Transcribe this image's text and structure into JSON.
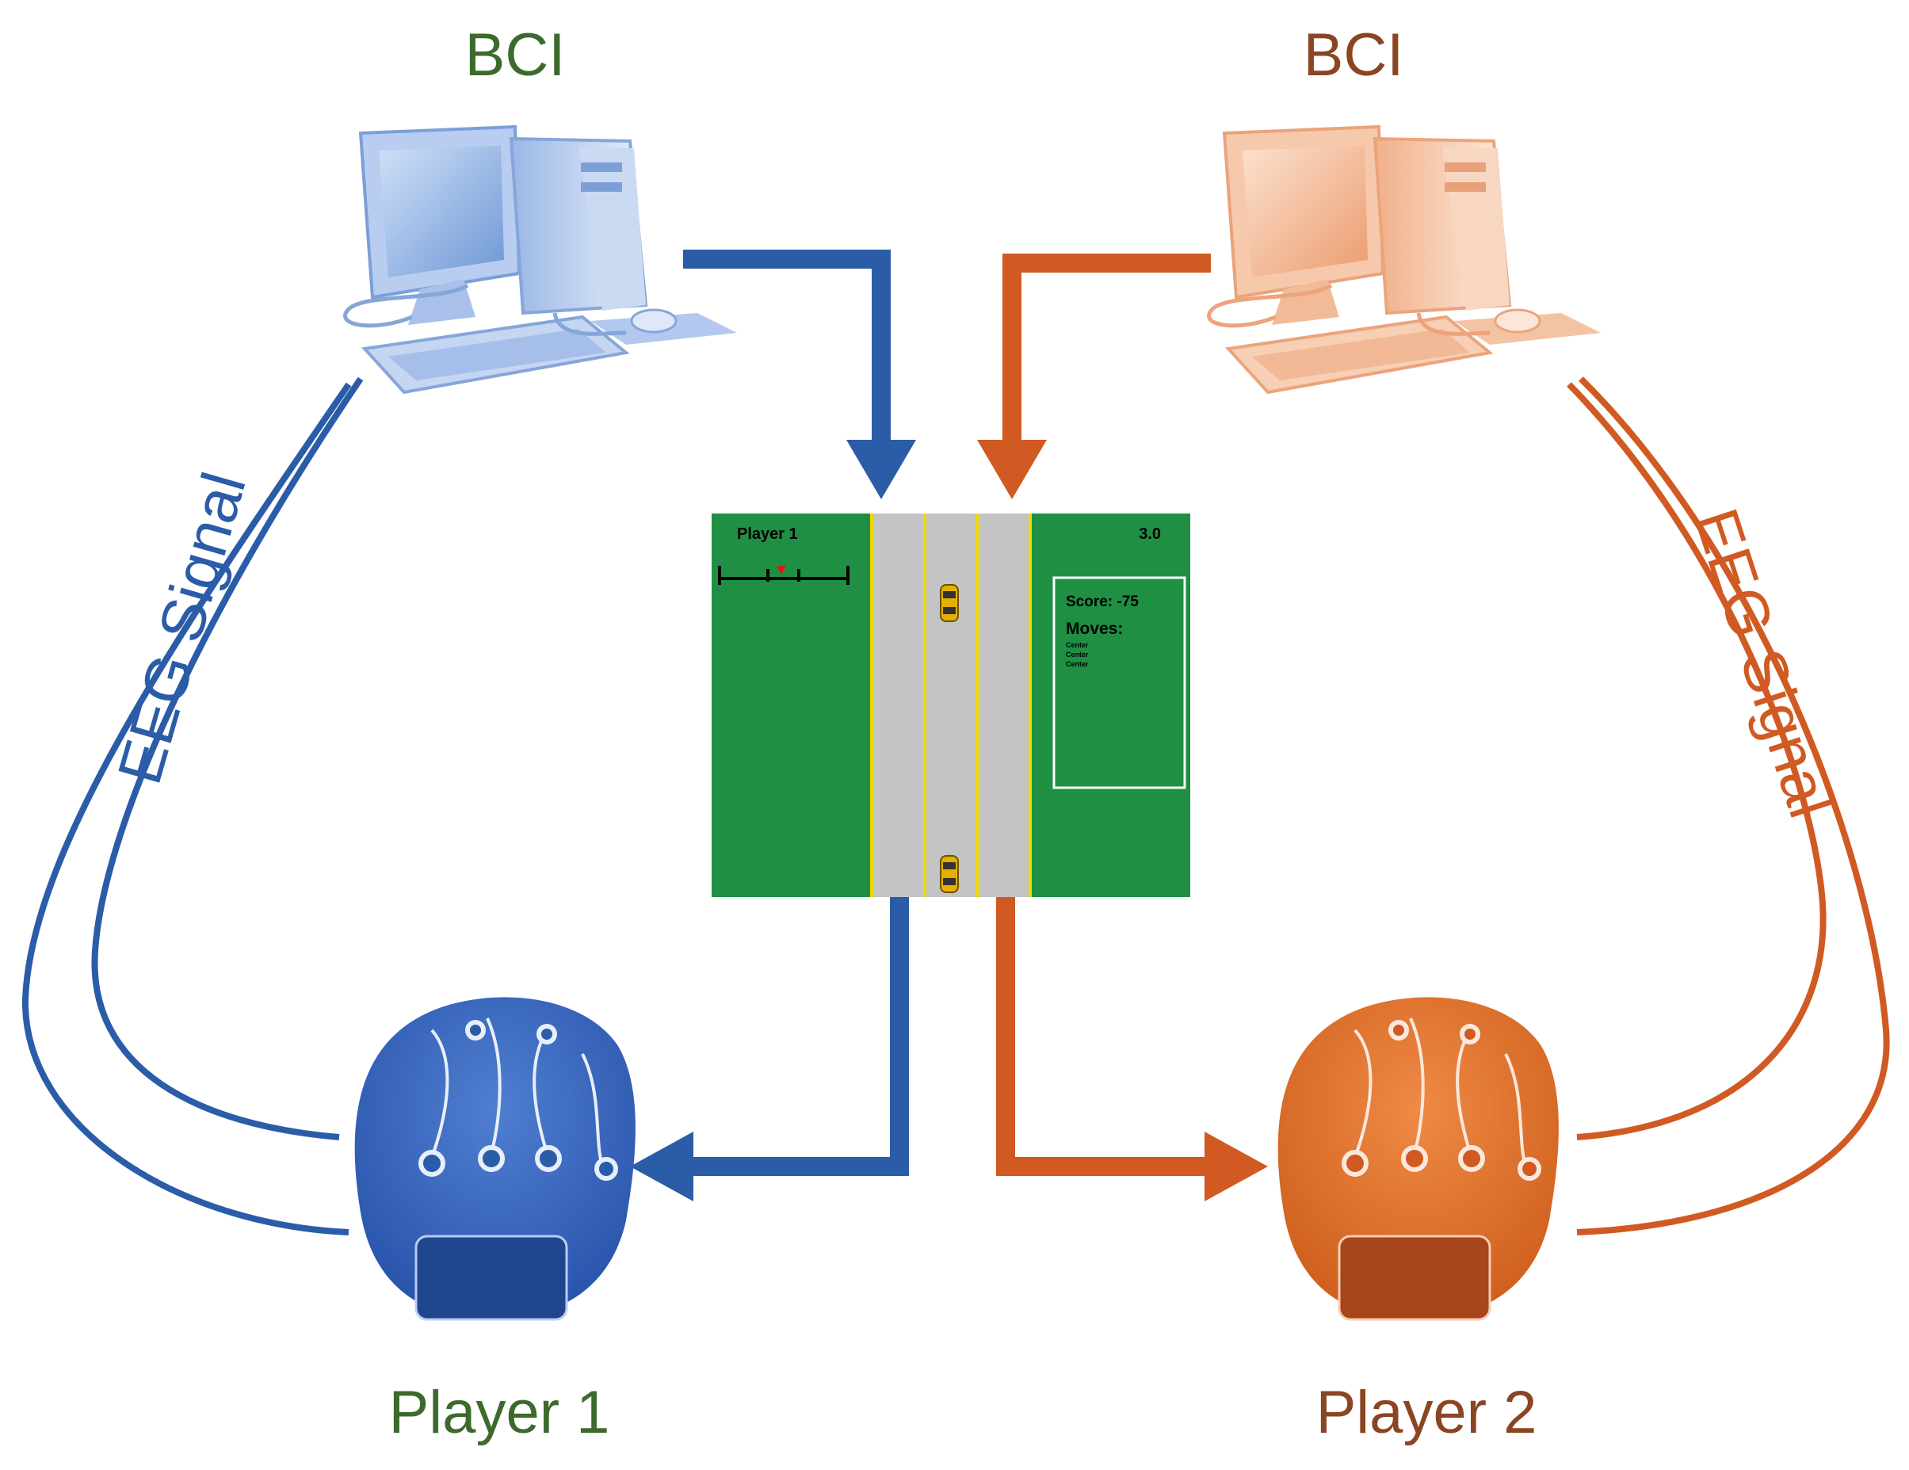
{
  "labels": {
    "bci_left": "BCI",
    "bci_right": "BCI",
    "player1": "Player 1",
    "player2": "Player 2",
    "eeg_left": "EEG Signal",
    "eeg_right": "EEG Signal"
  },
  "game": {
    "player_label": "Player 1",
    "timer": "3.0",
    "score": "Score: -75",
    "moves_title": "Moves:",
    "moves": [
      "Center",
      "Center",
      "Center"
    ]
  },
  "colors": {
    "player1": "#2b5ca8",
    "player2": "#d05a22",
    "label_green": "#3c6a2c",
    "label_brown": "#8a4522",
    "grass": "#1f8f43",
    "road": "#c4c4c4",
    "lane_line": "#f0d800"
  }
}
